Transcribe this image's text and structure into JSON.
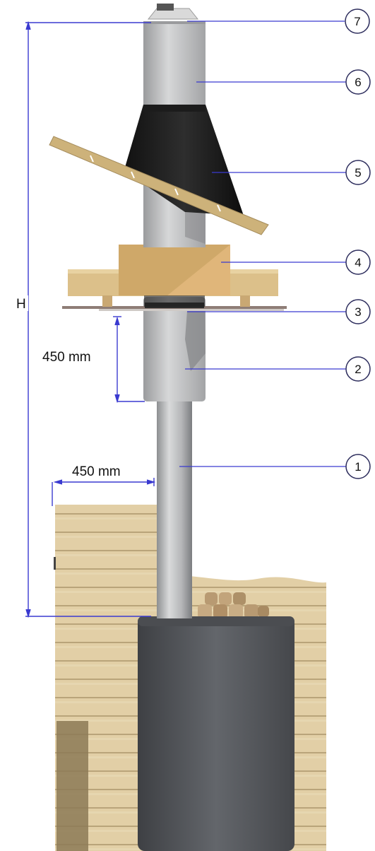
{
  "labels": {
    "height": "H",
    "stove_clearance": "450 mm",
    "wall_clearance": "450 mm"
  },
  "callouts": [
    {
      "number": "1",
      "target": "chimney-pipe"
    },
    {
      "number": "2",
      "target": "insulated-chimney-section"
    },
    {
      "number": "3",
      "target": "ceiling-plate"
    },
    {
      "number": "4",
      "target": "ceiling-insulation-block"
    },
    {
      "number": "5",
      "target": "roof-flashing"
    },
    {
      "number": "6",
      "target": "chimney-outer-casing"
    },
    {
      "number": "7",
      "target": "rain-cap"
    }
  ],
  "colors": {
    "dimension_line": "#3a3ad0",
    "callout_line": "#3a3ad0",
    "wood": "#d8c49a",
    "stove": "#5a5c60",
    "flashing": "#1a1a1a",
    "pipe": "#c8c8c8"
  }
}
